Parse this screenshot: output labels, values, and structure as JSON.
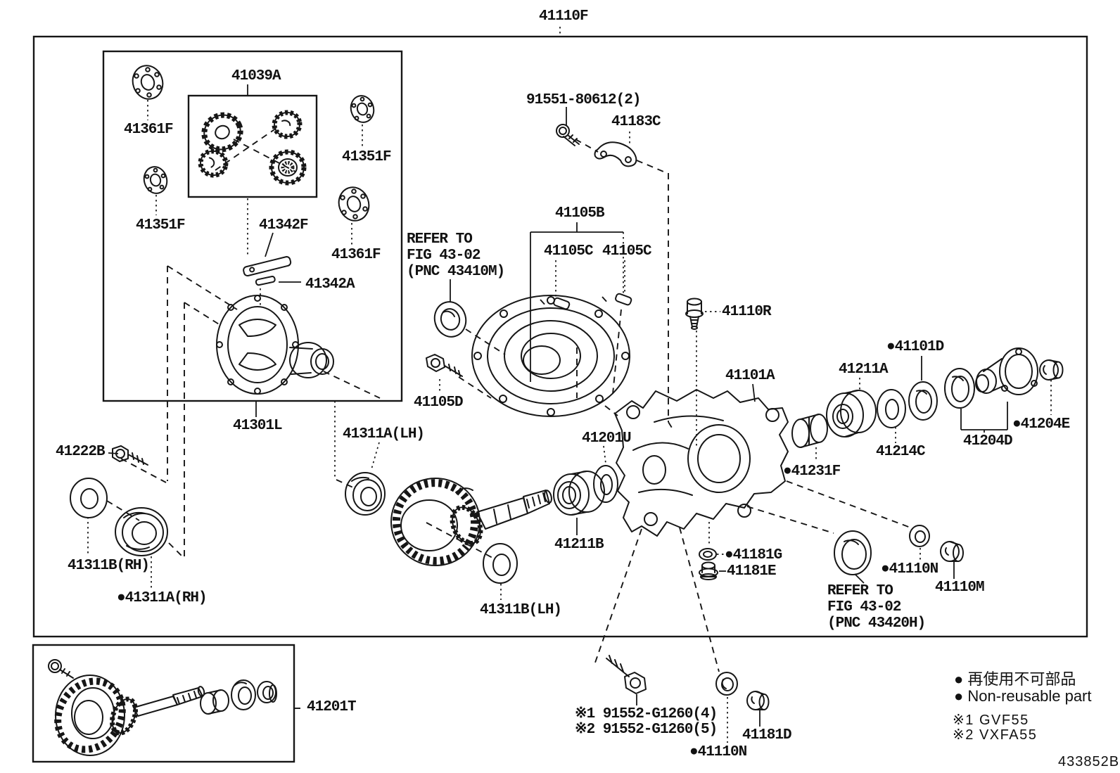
{
  "title": "41110F",
  "figure_code": "433852B",
  "legend": {
    "jp": "● 再使用不可部品",
    "en": "● Non-reusable part",
    "variant1": "※1 GVF55",
    "variant2": "※2 VXFA55"
  },
  "references": {
    "ref1": "REFER TO\nFIG 43-02\n(PNC 43410M)",
    "ref2": "REFER TO\nFIG 43-02\n(PNC 43420H)"
  },
  "labels": {
    "l41039A": "41039A",
    "l41361F_tl": "41361F",
    "l41351F_r": "41351F",
    "l41351F_l": "41351F",
    "l41342F": "41342F",
    "l41361F_br": "41361F",
    "l41342A": "41342A",
    "l91551": "91551-80612(2)",
    "l41183C": "41183C",
    "l41105B": "41105B",
    "l41105C_1": "41105C",
    "l41105C_2": "41105C",
    "l41110R": "41110R",
    "l41101A": "41101A",
    "l41211A": "41211A",
    "l41101D": "●41101D",
    "l41105D": "41105D",
    "l41301L": "41301L",
    "l41311A_LH": "41311A(LH)",
    "l41201U": "41201U",
    "l41214C": "41214C",
    "l41231F": "●41231F",
    "l41204D": "41204D",
    "l41204E": "●41204E",
    "l41222B": "41222B",
    "l41311B_RH": "41311B(RH)",
    "l41311A_RH": "●41311A(RH)",
    "l41211B": "41211B",
    "l41311B_LH": "41311B(LH)",
    "l41181G": "●41181G",
    "l41181E": "41181E",
    "l41110N_r": "●41110N",
    "l41110M": "41110M",
    "l41201T": "41201T",
    "l91552_1": "※1 91552-G1260(4)",
    "l91552_2": "※2 91552-G1260(5)",
    "l41110N_b": "●41110N",
    "l41181D": "41181D"
  }
}
